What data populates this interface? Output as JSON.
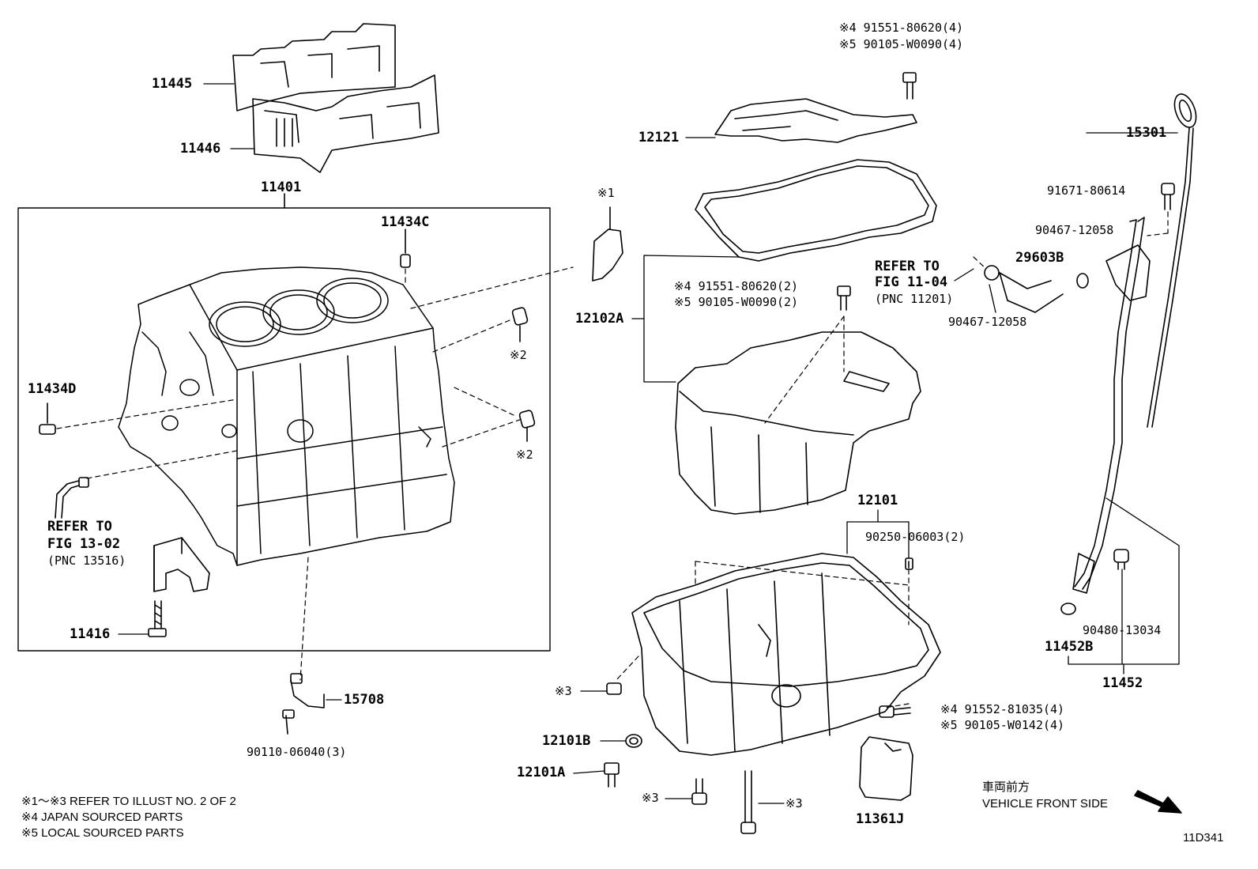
{
  "labels": {
    "p11445": "11445",
    "p11446": "11446",
    "p11401": "11401",
    "p11434C": "11434C",
    "p11434D": "11434D",
    "p11416": "11416",
    "p15708": "15708",
    "p90110": "90110-06040(3)",
    "ref13_1": "REFER TO",
    "ref13_2": "FIG 13-02",
    "ref13_3": "(PNC 13516)",
    "mark1": "※1",
    "mark2a": "※2",
    "mark2b": "※2",
    "p12121": "12121",
    "bolt_top_1": "※4 91551-80620(4)",
    "bolt_top_2": "※5 90105-W0090(4)",
    "bolt_mid_1": "※4 91551-80620(2)",
    "bolt_mid_2": "※5 90105-W0090(2)",
    "p12102A": "12102A",
    "p12101": "12101",
    "p90250": "90250-06003(2)",
    "p12101B": "12101B",
    "p12101A": "12101A",
    "mark3a": "※3",
    "mark3b": "※3",
    "mark3c": "※3",
    "bolt_bot_1": "※4 91552-81035(4)",
    "bolt_bot_2": "※5 90105-W0142(4)",
    "p11361J": "11361J",
    "p15301": "15301",
    "p91671": "91671-80614",
    "p90467a": "90467-12058",
    "p90467b": "90467-12058",
    "p29603B": "29603B",
    "ref11_1": "REFER TO",
    "ref11_2": "FIG 11-04",
    "ref11_3": "(PNC 11201)",
    "p90480": "90480-13034",
    "p11452B": "11452B",
    "p11452": "11452"
  },
  "notes": {
    "n1": "※1～※3  REFER TO ILLUST NO. 2 OF 2",
    "n2": "※4 JAPAN SOURCED PARTS",
    "n3": "※5 LOCAL SOURCED PARTS"
  },
  "front": {
    "jp": "車両前方",
    "en": "VEHICLE FRONT SIDE"
  },
  "figure_id": "11D341",
  "icons": [
    "arrow-icon"
  ]
}
